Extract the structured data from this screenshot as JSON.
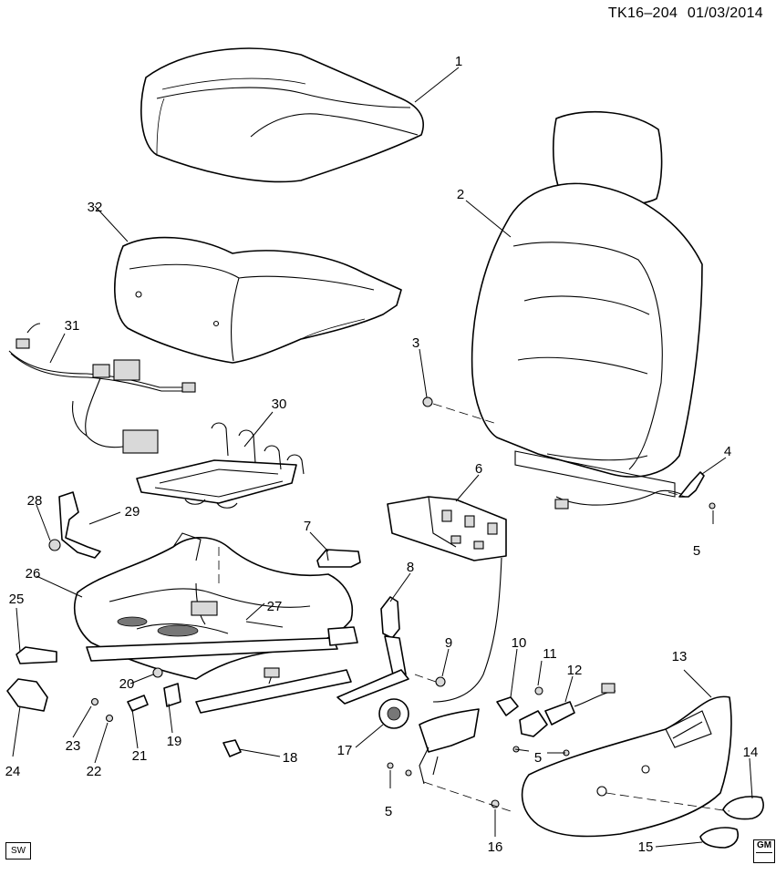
{
  "header": {
    "diagram_id": "TK16–204",
    "date": "01/03/2014"
  },
  "footer": {
    "sw_badge": "SW",
    "gm_logo": "GM"
  },
  "callouts": [
    "1",
    "2",
    "3",
    "4",
    "5",
    "5",
    "5",
    "6",
    "7",
    "8",
    "9",
    "10",
    "11",
    "12",
    "13",
    "14",
    "15",
    "16",
    "17",
    "18",
    "19",
    "20",
    "21",
    "22",
    "23",
    "24",
    "25",
    "26",
    "27",
    "28",
    "29",
    "30",
    "31",
    "32"
  ]
}
